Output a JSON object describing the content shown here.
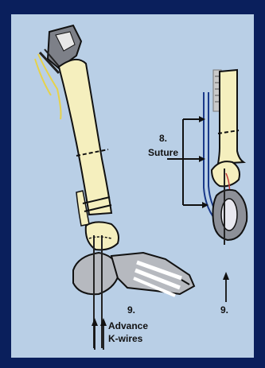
{
  "labels": {
    "step8_number": "8.",
    "step8_text": "Suture",
    "step9_left_number": "9.",
    "step9_left_text_line1": "Advance",
    "step9_left_text_line2": "K-wires",
    "step9_right_number": "9."
  }
}
